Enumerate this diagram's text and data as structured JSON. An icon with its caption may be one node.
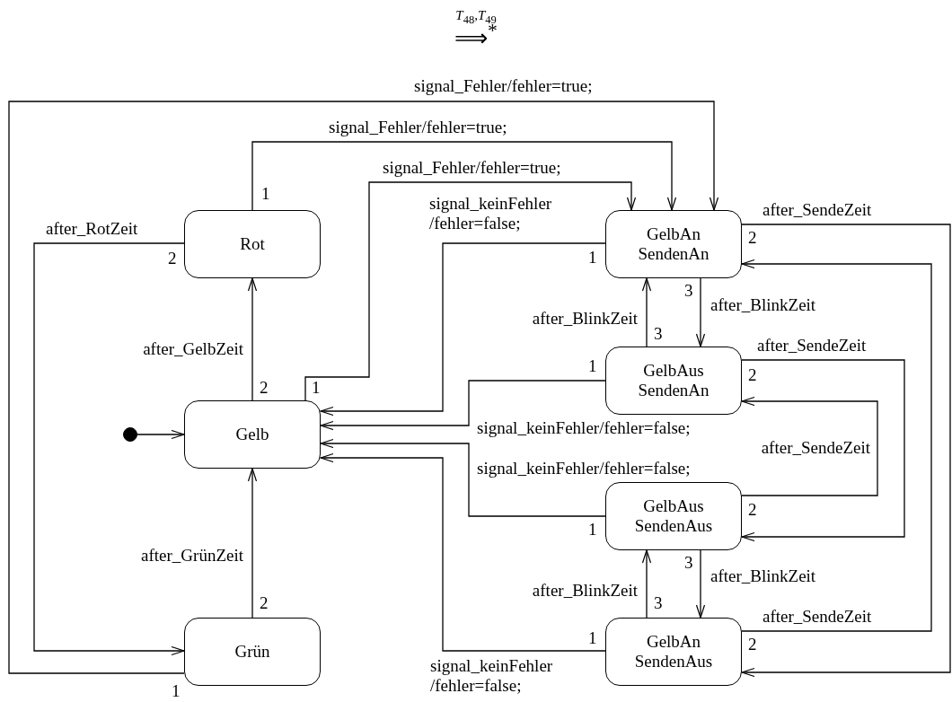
{
  "diagram": {
    "nodes": [
      {
        "text": [
          "Rot"
        ]
      },
      {
        "text": [
          "Gelb"
        ]
      },
      {
        "text": [
          "Grün"
        ]
      },
      {
        "text": [
          "GelbAn SendenAn"
        ]
      },
      {
        "text": [
          "GelbAus SendenAn"
        ]
      },
      {
        "text": [
          "GelbAus SendenAus"
        ]
      },
      {
        "text": [
          "GelbAn SendenAus"
        ]
      },
      {
        "text": [],
        "shape": "circle"
      }
    ],
    "edges": [
      {
        "from": 7,
        "to": 1,
        "arrow": "to"
      },
      {
        "from": 1,
        "to": 0,
        "arrow": "to",
        "label": "after_GelbZeit"
      },
      {
        "from": 0,
        "to": 2,
        "arrow": "to",
        "label": "after_RotZeit"
      },
      {
        "from": 2,
        "to": 1,
        "arrow": "to",
        "label": "after_GrünZeit"
      },
      {
        "from": 2,
        "to": 3,
        "arrow": "to",
        "label": "signal_Fehler/fehler=true;"
      },
      {
        "from": 0,
        "to": 3,
        "arrow": "to",
        "label": "signal_Fehler/fehler=true;"
      },
      {
        "from": 1,
        "to": 3,
        "arrow": "to",
        "label": "signal_Fehler/fehler=true;"
      },
      {
        "from": 3,
        "to": 1,
        "arrow": "to",
        "label": "signal_keinFehler /fehler=false;"
      },
      {
        "from": 4,
        "to": 1,
        "arrow": "to",
        "label": "signal_keinFehler/fehler=false;"
      },
      {
        "from": 5,
        "to": 1,
        "arrow": "to",
        "label": "signal_keinFehler/fehler=false;"
      },
      {
        "from": 6,
        "to": 1,
        "arrow": "to",
        "label": "signal_keinFehler /fehler=false;"
      },
      {
        "from": 3,
        "to": 4,
        "arrow": "to",
        "label": "after_BlinkZeit"
      },
      {
        "from": 4,
        "to": 3,
        "arrow": "to",
        "label": "after_BlinkZeit"
      },
      {
        "from": 5,
        "to": 6,
        "arrow": "to",
        "label": "after_BlinkZeit"
      },
      {
        "from": 6,
        "to": 5,
        "arrow": "to",
        "label": "after_BlinkZeit"
      },
      {
        "from": 3,
        "to": 6,
        "arrow": "to",
        "label": "after_SendeZeit"
      },
      {
        "from": 6,
        "to": 3,
        "arrow": "to",
        "label": "after_SendeZeit"
      },
      {
        "from": 4,
        "to": 5,
        "arrow": "to",
        "label": "after_SendeZeit"
      },
      {
        "from": 5,
        "to": 4,
        "arrow": "to",
        "label": "after_SendeZeit"
      }
    ],
    "labels": [
      "*T*$_{48}$,*T*$_{49}$",
      "⟹$^{*}$",
      "1",
      "2",
      "2",
      "1",
      "3",
      "3",
      "1",
      "2",
      "2",
      "1",
      "2",
      "1",
      "3",
      "3",
      "2",
      "1",
      "2",
      "1"
    ]
  }
}
